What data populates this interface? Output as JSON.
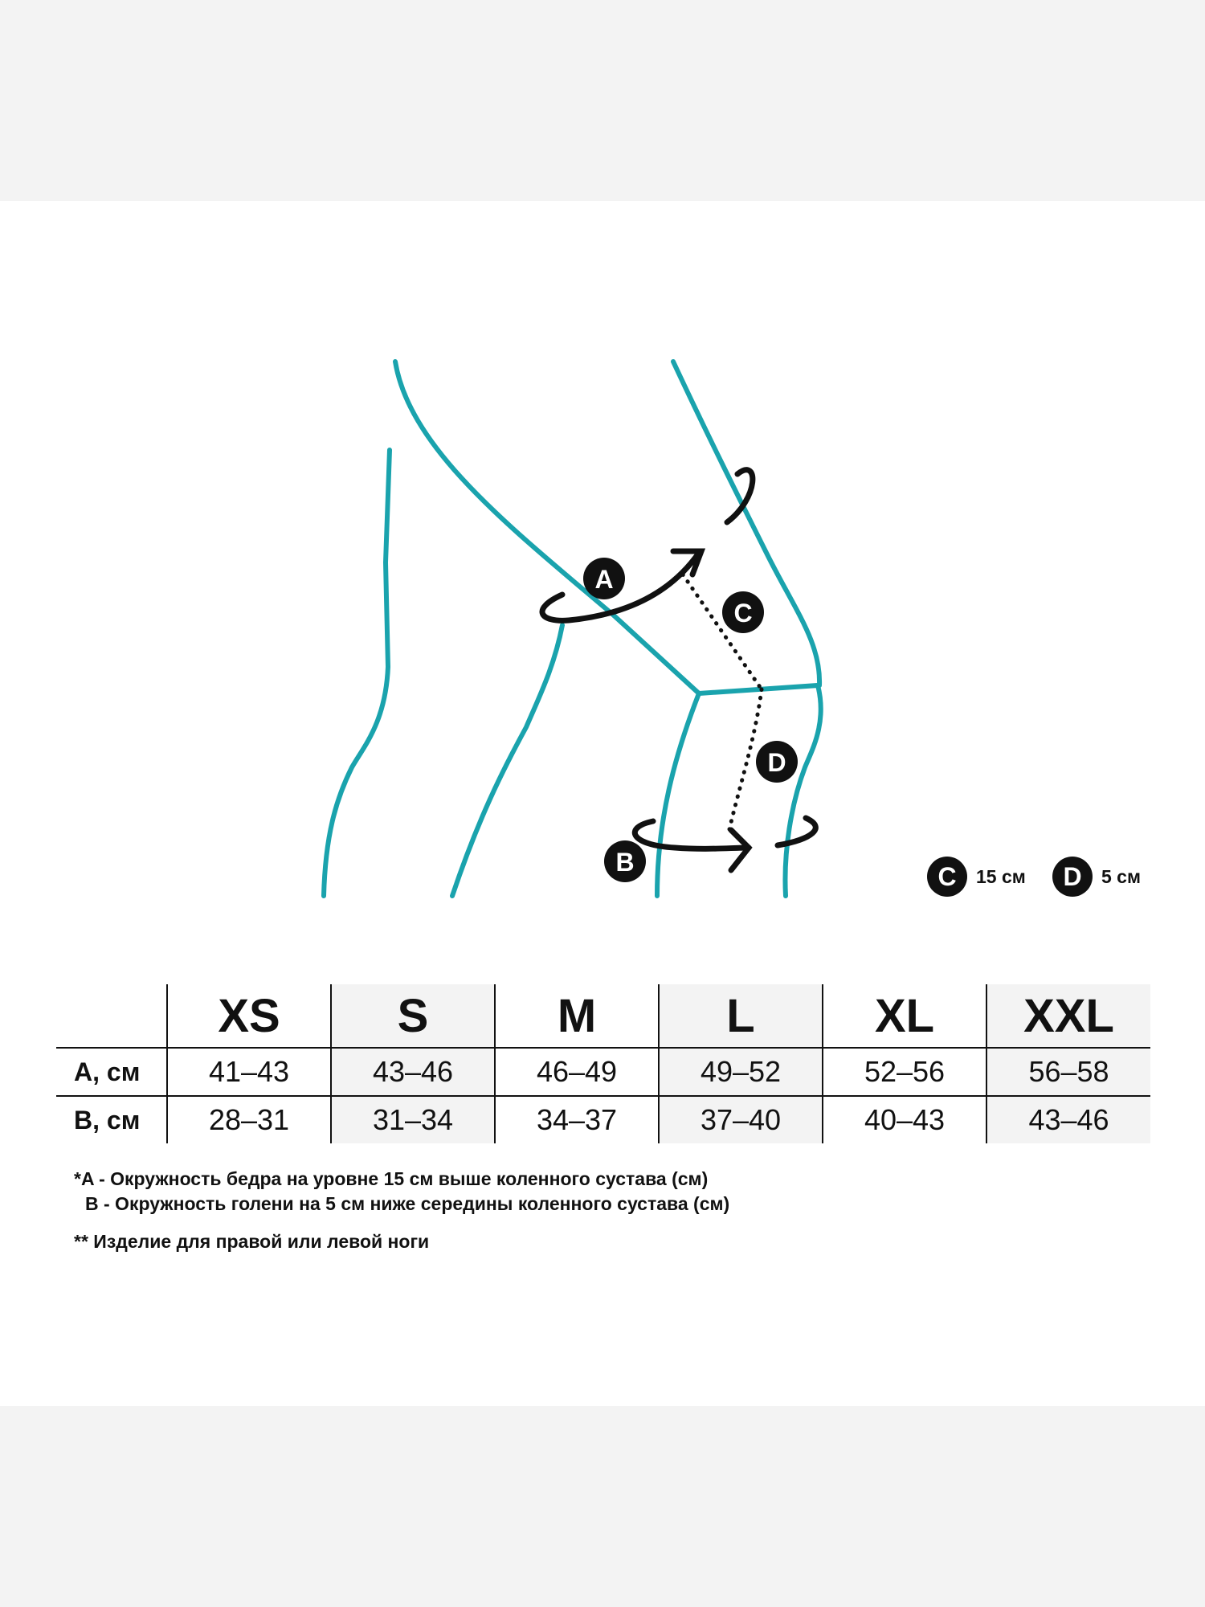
{
  "colors": {
    "leg_outline": "#1aa3ad",
    "marker": "#111111",
    "shaded_cell": "#f3f3f3"
  },
  "markers": {
    "a": "A",
    "b": "B",
    "c": "C",
    "d": "D"
  },
  "legend": [
    {
      "letter": "C",
      "text": "15 см"
    },
    {
      "letter": "D",
      "text": "5 см"
    }
  ],
  "table": {
    "sizes": [
      "XS",
      "S",
      "M",
      "L",
      "XL",
      "XXL"
    ],
    "rows": [
      {
        "label": "A, см",
        "values": [
          "41–43",
          "43–46",
          "46–49",
          "49–52",
          "52–56",
          "56–58"
        ]
      },
      {
        "label": "B, см",
        "values": [
          "28–31",
          "31–34",
          "34–37",
          "37–40",
          "40–43",
          "43–46"
        ]
      }
    ]
  },
  "notes": {
    "line1": "*A - Окружность бедра на уровне 15 см выше коленного сустава (см)",
    "line2": "B - Окружность голени на 5 см ниже середины коленного сустава (см)",
    "line3": "** Изделие для правой или левой ноги"
  }
}
